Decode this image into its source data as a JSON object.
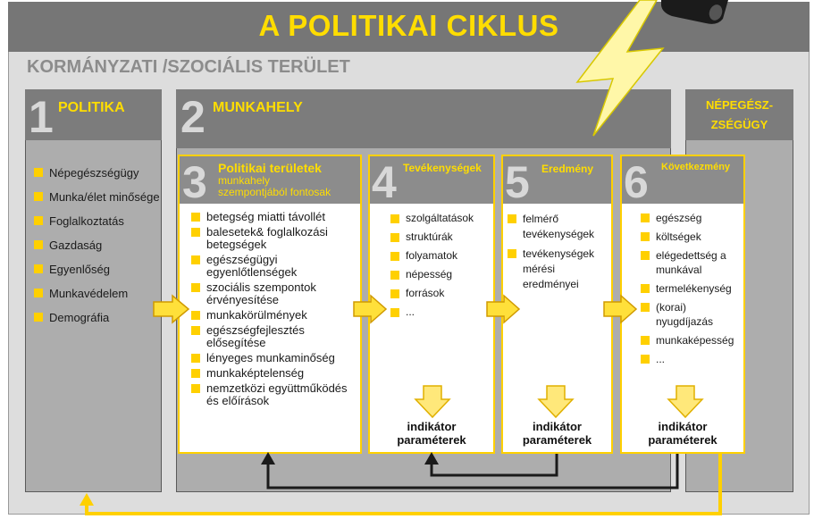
{
  "title": "A POLITIKAI CIKLUS",
  "subtitle": "KORMÁNYZATI /SZOCIÁLIS TERÜLET",
  "panels": {
    "politika": {
      "number": "1",
      "label": "POLITIKA",
      "items": [
        "Népegészségügy",
        "Munka/élet minősége",
        "Foglalkoztatás",
        "Gazdaság",
        "Egyenlőség",
        "Munkavédelem",
        "Demográfia"
      ]
    },
    "munkahely": {
      "number": "2",
      "label": "MUNKAHELY"
    },
    "nepegeszseg": {
      "label_line1": "NÉPEGÉSZ-",
      "label_line2": "ZSÉGÜGY"
    }
  },
  "boxes": {
    "politikai": {
      "number": "3",
      "title": "Politikai területek",
      "subtitle_line1": "munkahely",
      "subtitle_line2": "szempontjából fontosak",
      "items": [
        "betegség miatti távollét",
        "balesetek& foglalkozási betegségek",
        "egészségügyi egyenlőtlenségek",
        "szociális szempontok érvényesítése",
        "munkakörülmények",
        "egészségfejlesztés elősegítése",
        "lényeges munkaminőség",
        "munkaképtelenség",
        "nemzetközi együttműködés és előírások"
      ]
    },
    "tevekenysegek": {
      "number": "4",
      "title": "Tevékenységek",
      "items": [
        "szolgáltatások",
        "struktúrák",
        "folyamatok",
        "népesség",
        "források",
        "..."
      ],
      "indicator_line1": "indikátor",
      "indicator_line2": "paraméterek"
    },
    "eredmeny": {
      "number": "5",
      "title": "Eredmény",
      "items": [
        "felmérő tevékenységek",
        "tevékenységek mérési eredményei"
      ],
      "indicator_line1": "indikátor",
      "indicator_line2": "paraméterek"
    },
    "kovetkezmeny": {
      "number": "6",
      "title": "Következmény",
      "items": [
        "egészség",
        "költségek",
        "elégedettség a munkával",
        "termelékenység",
        "(korai) nyugdíjazás",
        "munkaképesség",
        "..."
      ],
      "indicator_line1": "indikátor",
      "indicator_line2": "paraméterek"
    }
  },
  "colors": {
    "accent": "#ffd000",
    "panel": "#adadad",
    "dark": "#767676",
    "background": "#dddddd"
  },
  "icons": [
    "flashlight-icon",
    "arrow-right-icon",
    "arrow-down-icon",
    "feedback-arrow-icon"
  ]
}
